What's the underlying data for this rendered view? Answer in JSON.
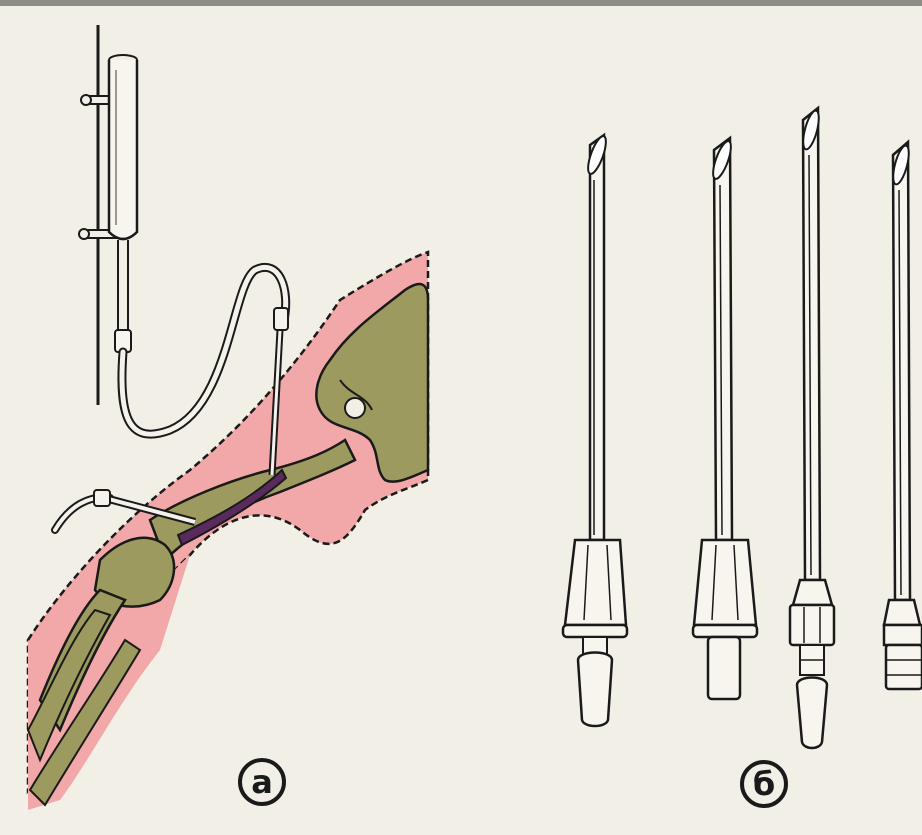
{
  "figure": {
    "panels": [
      {
        "id": "a",
        "label": "а"
      },
      {
        "id": "b",
        "label": "б"
      }
    ],
    "colors": {
      "background": "#f1efe6",
      "soft_tissue": "#f2a8a8",
      "bone": "#9c9a5e",
      "marrow_needle": "#5a2a5e",
      "outline": "#1a1a1a"
    },
    "needle_count": 4
  }
}
